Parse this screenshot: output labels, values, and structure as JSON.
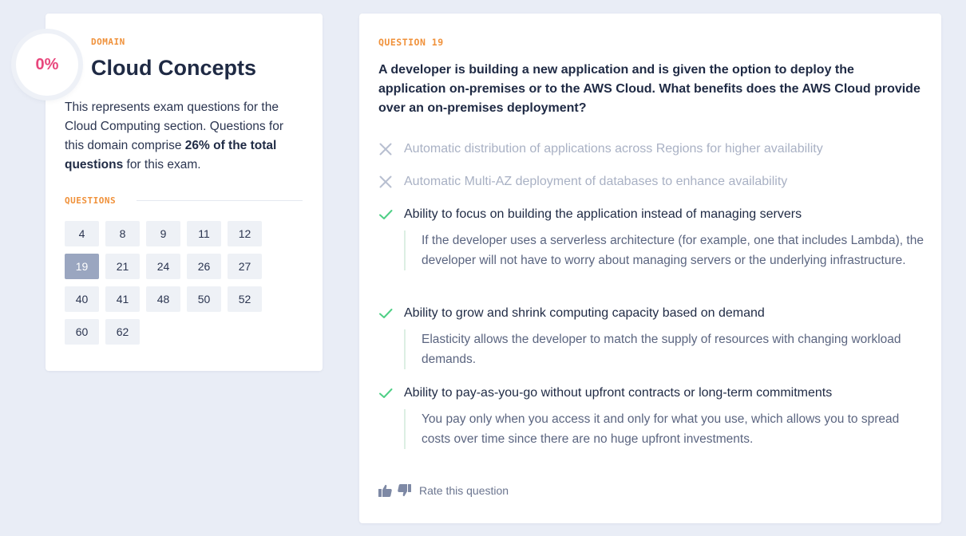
{
  "domain": {
    "progress": "0%",
    "label": "DOMAIN",
    "title": "Cloud Concepts",
    "description_part1": "This represents exam questions for the Cloud Computing section. Questions for this domain comprise ",
    "description_bold": "26% of the total questions",
    "description_part2": " for this exam.",
    "questions_label": "QUESTIONS",
    "questions": [
      "4",
      "8",
      "9",
      "11",
      "12",
      "19",
      "21",
      "24",
      "26",
      "27",
      "40",
      "41",
      "48",
      "50",
      "52",
      "60",
      "62"
    ],
    "active_question": "19"
  },
  "question": {
    "label": "QUESTION 19",
    "text": "A developer is building a new application and is given the option to deploy the application on-premises or to the AWS Cloud. What benefits does the AWS Cloud provide over an on-premises deployment?",
    "answers": [
      {
        "text": "Automatic distribution of applications across Regions for higher availability",
        "correct": false,
        "explanation": ""
      },
      {
        "text": "Automatic Multi-AZ deployment of databases to enhance availability",
        "correct": false,
        "explanation": ""
      },
      {
        "text": "Ability to focus on building the application instead of managing servers",
        "correct": true,
        "explanation": "If the developer uses a serverless architecture (for example, one that includes Lambda), the developer will not have to worry about managing servers or the underlying infrastructure."
      },
      {
        "text": "Ability to grow and shrink computing capacity based on demand",
        "correct": true,
        "explanation": "Elasticity allows the developer to match the supply of resources with changing workload demands."
      },
      {
        "text": "Ability to pay-as-you-go without upfront contracts or long-term commitments",
        "correct": true,
        "explanation": "You pay only when you access it and only for what you use, which allows you to spread costs over time since there are no huge upfront investments."
      }
    ],
    "rate_label": "Rate this question"
  },
  "colors": {
    "accent_orange": "#f0913a",
    "progress_pink": "#e8467c",
    "correct_green": "#4fcf86",
    "wrong_gray": "#b7bfd0"
  },
  "icons": {
    "correct": "check-icon",
    "wrong": "x-icon",
    "thumbs_up": "thumbs-up-icon",
    "thumbs_down": "thumbs-down-icon"
  }
}
